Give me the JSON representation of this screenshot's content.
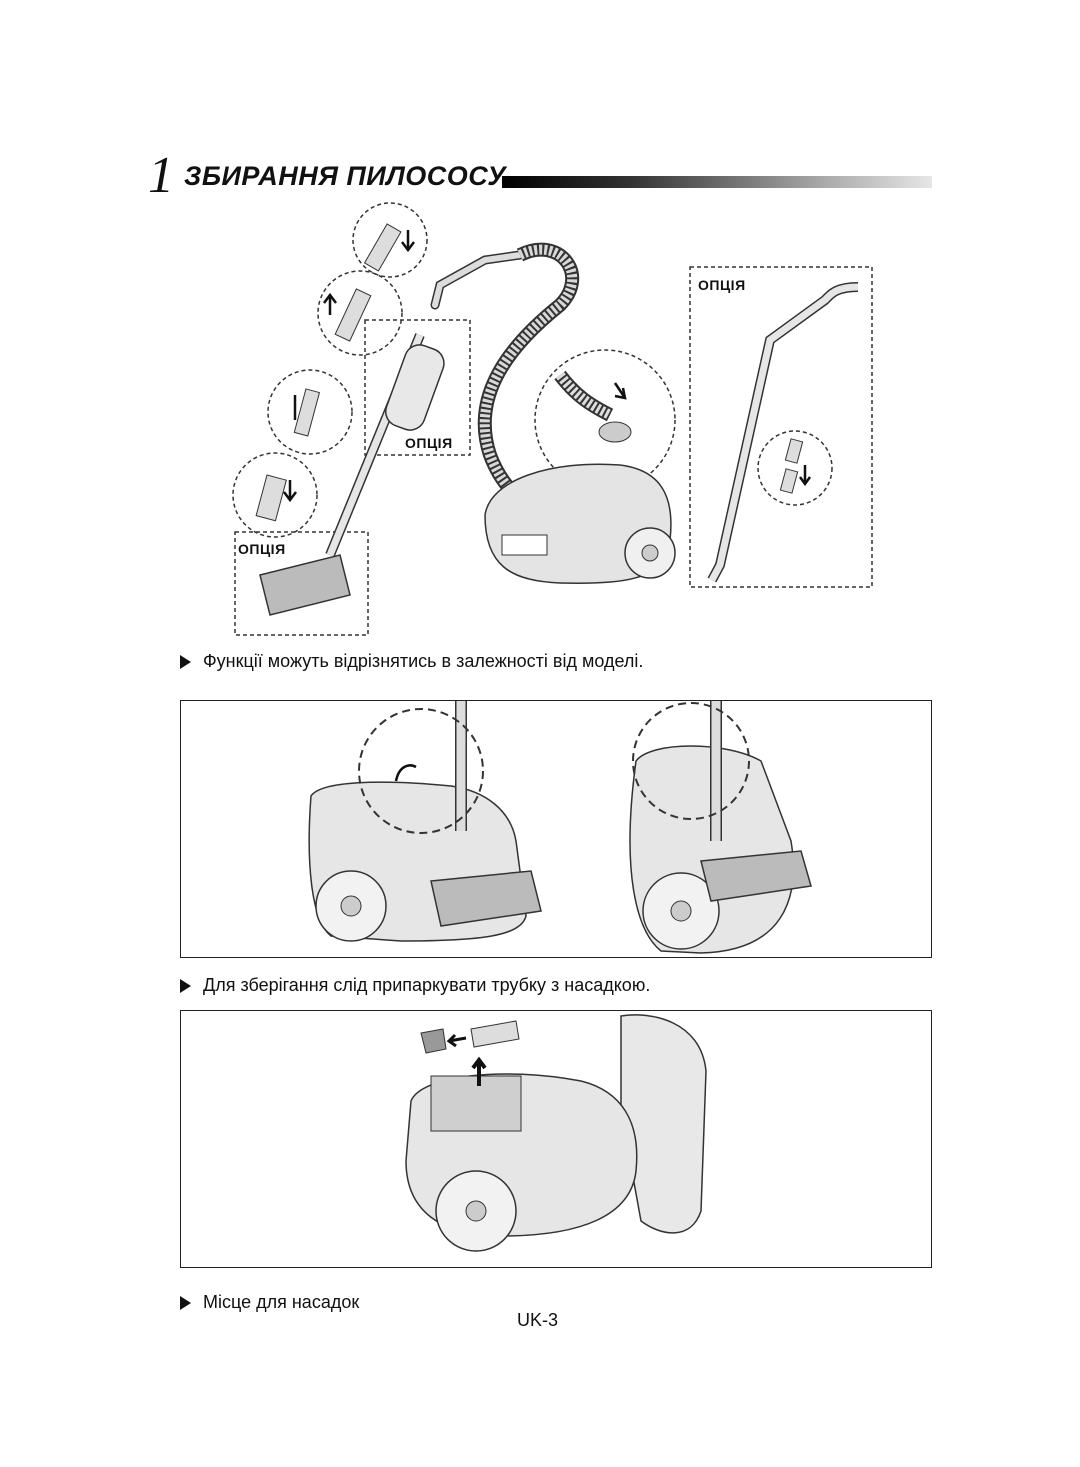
{
  "section": {
    "number": "1",
    "title": "ЗБИРАННЯ ПИЛОСОСУ"
  },
  "figure1": {
    "option_labels": [
      "ОПЦІЯ",
      "ОПЦІЯ",
      "ОПЦІЯ"
    ],
    "caption": "Функції можуть відрізнятись в залежності від моделі."
  },
  "figure2": {
    "caption": "Для зберігання слід припаркувати трубку з насадкою."
  },
  "figure3": {
    "caption": "Місце для насадок"
  },
  "footer": {
    "page": "UK-3"
  },
  "icons": [
    "triangle-bullet-icon",
    "arrow-down-icon",
    "arrow-up-icon",
    "arrow-left-icon"
  ]
}
